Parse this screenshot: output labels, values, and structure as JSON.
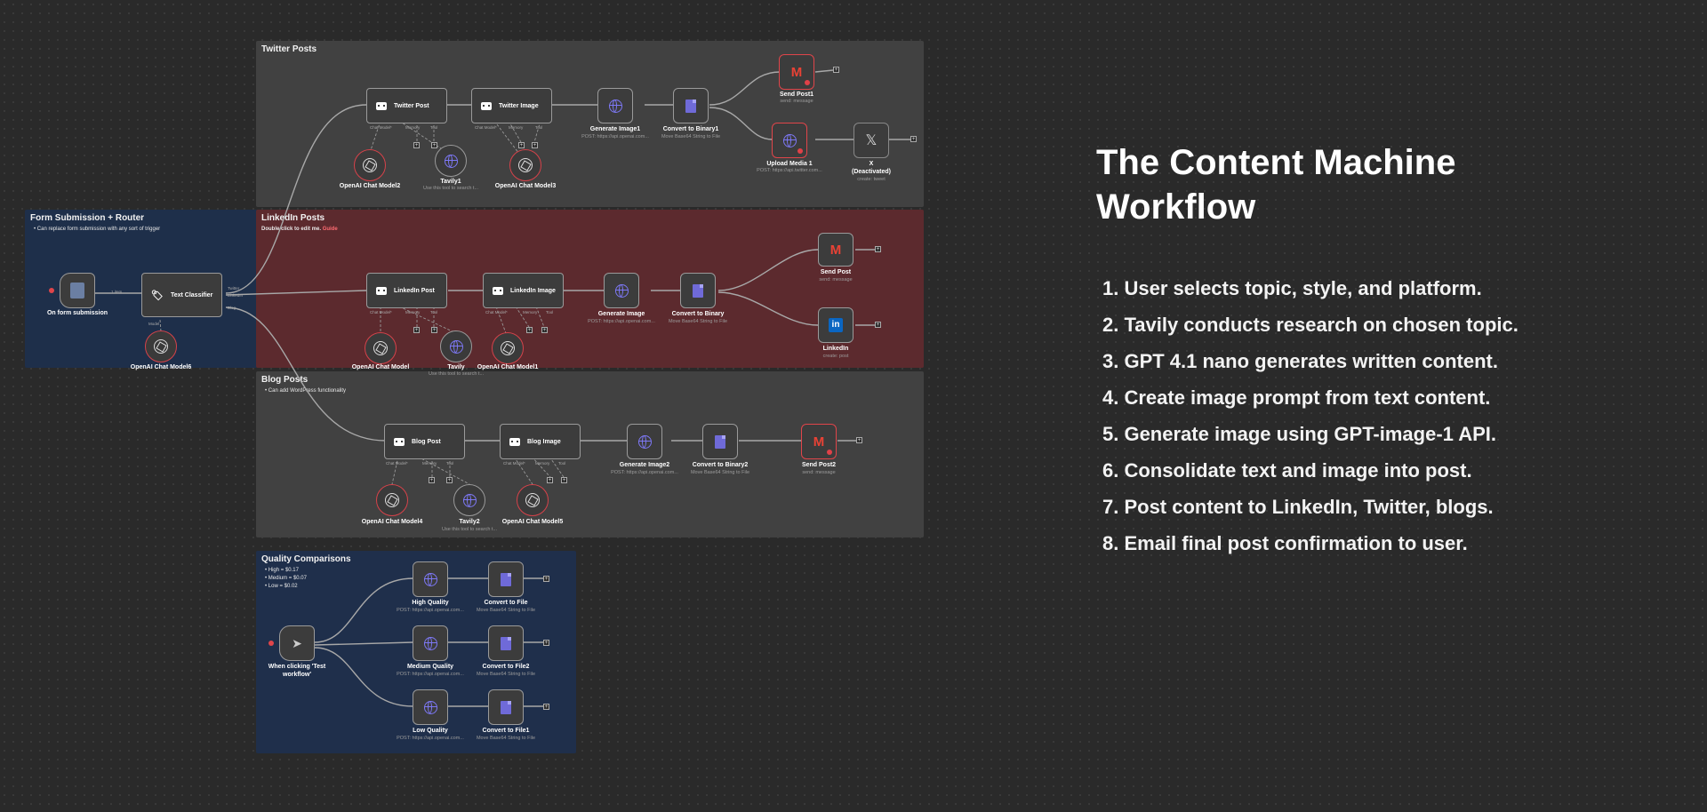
{
  "panel": {
    "title_line1": "The Content Machine",
    "title_line2": "Workflow",
    "steps": [
      "1. User selects topic, style, and platform.",
      "2. Tavily conducts research on chosen topic.",
      "3. GPT 4.1 nano generates written content.",
      "4. Create image prompt from text content.",
      "5. Generate image using GPT-image-1 API.",
      "6. Consolidate text and image into post.",
      "7. Post content to LinkedIn, Twitter, blogs.",
      "8. Email final post confirmation to user."
    ]
  },
  "sections": {
    "twitter": {
      "title": "Twitter Posts"
    },
    "router": {
      "title": "Form Submission + Router",
      "note": "• Can replace form submission with any sort of trigger"
    },
    "linkedin": {
      "title": "LinkedIn Posts",
      "note": "Double click to edit me.",
      "note_link": "Guide"
    },
    "blog": {
      "title": "Blog Posts",
      "note": "• Can add WordPress functionality"
    },
    "quality": {
      "title": "Quality Comparisons",
      "notes": [
        "• High = $0.17",
        "• Medium = $0.07",
        "• Low = $0.02"
      ]
    }
  },
  "nodes": {
    "form": {
      "label": "On form submission",
      "edge": "1 item"
    },
    "classifier": {
      "label": "Text Classifier",
      "outputs": [
        "Twitter",
        "LinkedIn",
        "Blog"
      ]
    },
    "model6": {
      "label": "OpenAI Chat Model6"
    },
    "twitter_post": {
      "label": "Twitter Post"
    },
    "twitter_image": {
      "label": "Twitter Image"
    },
    "generate_image1": {
      "label": "Generate Image1",
      "sub": "POST: https://api.openai.com..."
    },
    "convert_binary1": {
      "label": "Convert to Binary1",
      "sub": "Move Base64 String to File"
    },
    "send_post1": {
      "label": "Send Post1",
      "sub": "send: message"
    },
    "upload_media1": {
      "label": "Upload Media 1",
      "sub": "POST: https://api.twitter.com..."
    },
    "x_node": {
      "label": "X",
      "label2": "(Deactivated)",
      "sub": "create: tweet"
    },
    "model2": {
      "label": "OpenAI Chat Model2"
    },
    "tavily1": {
      "label": "Tavily1",
      "sub": "Use this tool to search t..."
    },
    "model3": {
      "label": "OpenAI Chat Model3"
    },
    "linkedin_post": {
      "label": "LinkedIn Post"
    },
    "linkedin_image": {
      "label": "LinkedIn Image"
    },
    "generate_image": {
      "label": "Generate Image",
      "sub": "POST: https://api.openai.com..."
    },
    "convert_binary": {
      "label": "Convert to Binary",
      "sub": "Move Base64 String to File"
    },
    "send_post": {
      "label": "Send Post",
      "sub": "send: message"
    },
    "linkedin": {
      "label": "LinkedIn",
      "sub": "create: post"
    },
    "model": {
      "label": "OpenAI Chat Model"
    },
    "tavily": {
      "label": "Tavily",
      "sub": "Use this tool to search t..."
    },
    "model1": {
      "label": "OpenAI Chat Model1"
    },
    "blog_post": {
      "label": "Blog Post"
    },
    "blog_image": {
      "label": "Blog Image"
    },
    "generate_image2": {
      "label": "Generate Image2",
      "sub": "POST: https://api.openai.com..."
    },
    "convert_binary2": {
      "label": "Convert to Binary2",
      "sub": "Move Base64 String to File"
    },
    "send_post2": {
      "label": "Send Post2",
      "sub": "send: message"
    },
    "model4": {
      "label": "OpenAI Chat Model4"
    },
    "tavily2": {
      "label": "Tavily2",
      "sub": "Use this tool to search t..."
    },
    "model5": {
      "label": "OpenAI Chat Model5"
    },
    "manual": {
      "label": "When clicking 'Test",
      "label2": "workflow'"
    },
    "high": {
      "label": "High Quality",
      "sub": "POST: https://api.openai.com..."
    },
    "convert_file": {
      "label": "Convert to File",
      "sub": "Move Base64 String to File"
    },
    "medium": {
      "label": "Medium Quality",
      "sub": "POST: https://api.openai.com..."
    },
    "convert_file2": {
      "label": "Convert to File2",
      "sub": "Move Base64 String to File"
    },
    "low": {
      "label": "Low Quality",
      "sub": "POST: https://api.openai.com..."
    },
    "convert_file1": {
      "label": "Convert to File1",
      "sub": "Move Base64 String to File"
    }
  },
  "sublabels": {
    "chat_model": "Chat Model*",
    "memory": "Memory",
    "tool": "Tool",
    "model": "Model"
  },
  "colors": {
    "twitter_bg": "#414141",
    "router_bg": "#1e2f4a",
    "linkedin_bg": "#5c2a2e",
    "blog_bg": "#414141",
    "quality_bg": "#1f2f4b",
    "accent_red": "#e0454a"
  }
}
